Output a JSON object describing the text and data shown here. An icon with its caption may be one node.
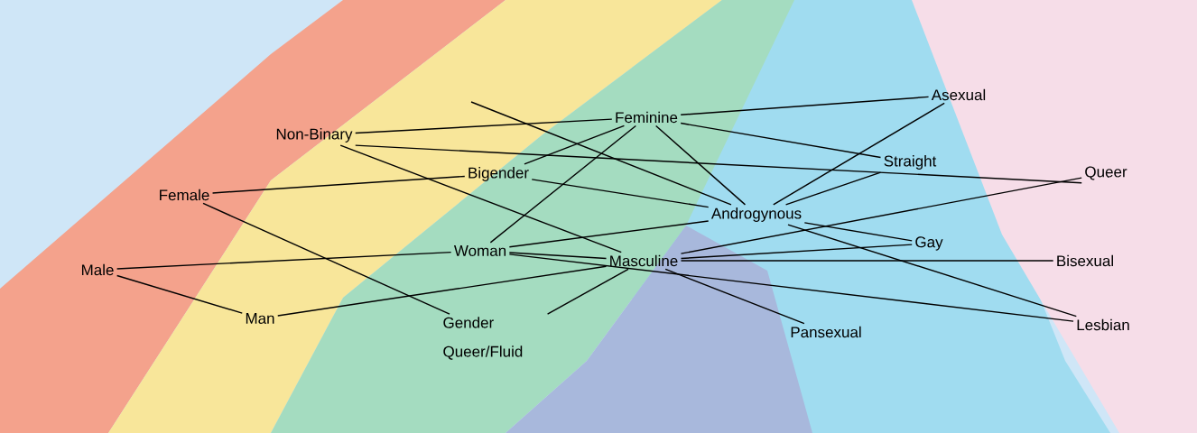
{
  "diagram": {
    "nodes": [
      {
        "text": [
          "Asexual"
        ]
      },
      {
        "text": [
          "Feminine"
        ]
      },
      {
        "text": [
          "Non-Binary"
        ]
      },
      {
        "text": [
          "Straight"
        ]
      },
      {
        "text": [
          "Queer"
        ]
      },
      {
        "text": [
          "Bigender"
        ]
      },
      {
        "text": [
          "Female"
        ]
      },
      {
        "text": [
          "Androgynous"
        ]
      },
      {
        "text": [
          "Woman"
        ]
      },
      {
        "text": [
          "Gay"
        ]
      },
      {
        "text": [
          "Masculine"
        ]
      },
      {
        "text": [
          "Bisexual"
        ]
      },
      {
        "text": [
          "Male"
        ]
      },
      {
        "text": [
          "Man"
        ]
      },
      {
        "text": [
          "Gender Queer/Fluid"
        ]
      },
      {
        "text": [
          "Pansexual"
        ]
      },
      {
        "text": [
          "Lesbian"
        ]
      }
    ],
    "edges": [
      {
        "from": 2,
        "to": 1,
        "arrow": "none"
      },
      {
        "from": 2,
        "to": 4,
        "arrow": "none"
      },
      {
        "from": 2,
        "to": 10,
        "arrow": "none"
      },
      {
        "from": null,
        "to": 7,
        "arrow": "none"
      },
      {
        "from": 5,
        "to": 1,
        "arrow": "none"
      },
      {
        "from": 5,
        "to": 7,
        "arrow": "none"
      },
      {
        "from": 6,
        "to": 5,
        "arrow": "none"
      },
      {
        "from": 6,
        "to": 14,
        "arrow": "none"
      },
      {
        "from": 8,
        "to": 1,
        "arrow": "none"
      },
      {
        "from": 8,
        "to": 7,
        "arrow": "none"
      },
      {
        "from": 8,
        "to": 10,
        "arrow": "none"
      },
      {
        "from": 8,
        "to": 16,
        "arrow": "none"
      },
      {
        "from": 12,
        "to": 8,
        "arrow": "none"
      },
      {
        "from": 12,
        "to": 13,
        "arrow": "none"
      },
      {
        "from": 13,
        "to": 10,
        "arrow": "none"
      },
      {
        "from": 14,
        "to": 10,
        "arrow": "none"
      },
      {
        "from": 1,
        "to": 0,
        "arrow": "none"
      },
      {
        "from": 1,
        "to": 3,
        "arrow": "none"
      },
      {
        "from": 1,
        "to": 7,
        "arrow": "none"
      },
      {
        "from": 7,
        "to": 0,
        "arrow": "none"
      },
      {
        "from": 7,
        "to": 3,
        "arrow": "none"
      },
      {
        "from": 7,
        "to": 9,
        "arrow": "none"
      },
      {
        "from": 7,
        "to": 16,
        "arrow": "none"
      },
      {
        "from": 10,
        "to": 9,
        "arrow": "none"
      },
      {
        "from": 10,
        "to": 11,
        "arrow": "none"
      },
      {
        "from": 10,
        "to": 4,
        "arrow": "none"
      },
      {
        "from": 10,
        "to": 15,
        "arrow": "none"
      }
    ]
  }
}
